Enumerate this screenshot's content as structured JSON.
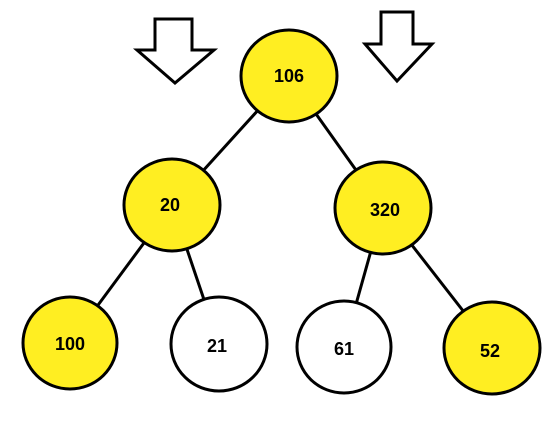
{
  "tree": {
    "nodes": [
      {
        "id": "n106",
        "label": "106",
        "highlighted": true
      },
      {
        "id": "n20",
        "label": "20",
        "highlighted": true
      },
      {
        "id": "n320",
        "label": "320",
        "highlighted": true
      },
      {
        "id": "n100",
        "label": "100",
        "highlighted": true
      },
      {
        "id": "n21",
        "label": "21",
        "highlighted": false
      },
      {
        "id": "n61",
        "label": "61",
        "highlighted": false
      },
      {
        "id": "n52",
        "label": "52",
        "highlighted": true
      }
    ],
    "edges": [
      [
        "n106",
        "n20"
      ],
      [
        "n106",
        "n320"
      ],
      [
        "n20",
        "n100"
      ],
      [
        "n20",
        "n21"
      ],
      [
        "n320",
        "n61"
      ],
      [
        "n320",
        "n52"
      ]
    ]
  },
  "colors": {
    "highlight_fill": "#ffee22",
    "plain_fill": "#ffffff",
    "stroke": "#000000",
    "text": "#000000"
  },
  "icons": [
    "down-arrow-icon",
    "down-arrow-icon"
  ]
}
